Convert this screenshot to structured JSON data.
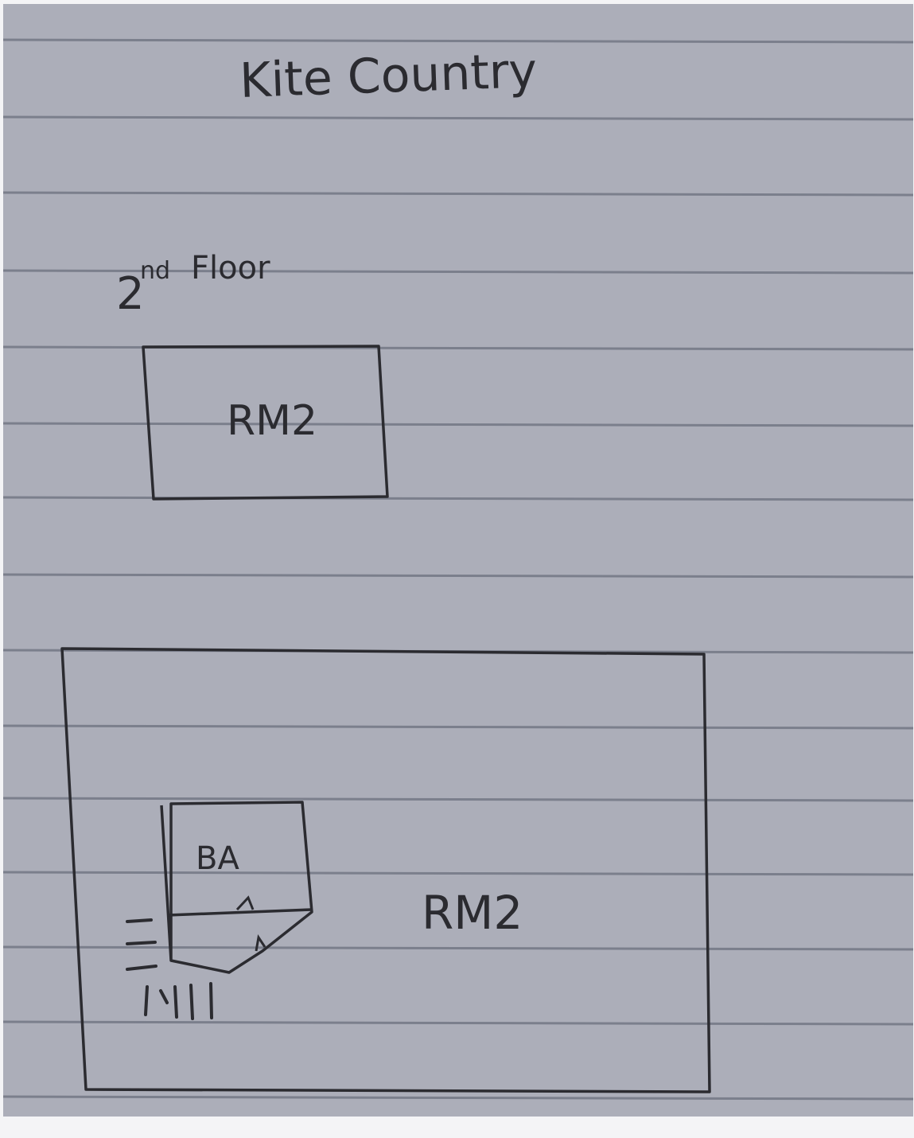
{
  "title": "Kite Country",
  "floor_label": {
    "number": "2",
    "superscript": "nd",
    "word": "Floor"
  },
  "rooms": [
    {
      "id": "upper-room",
      "label": "RM2"
    },
    {
      "id": "lower-room",
      "label": "RM2"
    },
    {
      "id": "bathroom",
      "label": "BA"
    }
  ],
  "colors": {
    "paper": "#acaeb9",
    "ruled_line": "#7b7f8c",
    "ink": "#2b2b30",
    "border": "#f4f4f6"
  }
}
